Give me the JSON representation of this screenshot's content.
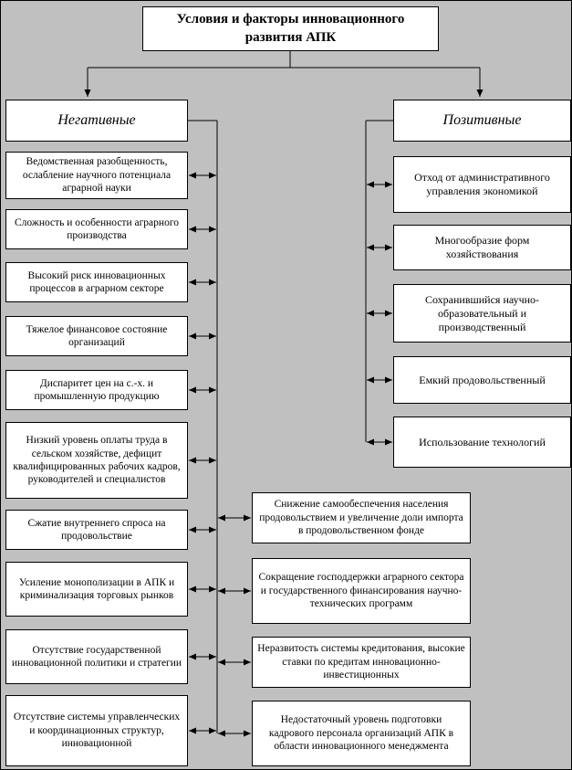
{
  "colors": {
    "canvas-bg": "#c0c0c0",
    "box-bg": "#ffffff",
    "line": "#000000",
    "text": "#000000"
  },
  "title": "Условия и факторы инновационного развития АПК",
  "branch_headers": {
    "negative": "Негативные",
    "positive": "Позитивные"
  },
  "negative_factors": [
    "Ведомственная разобщенность, ослабление научного потенциала аграрной науки",
    "Сложность и особенности аграрного производства",
    "Высокий риск инновационных процессов в аграрном секторе",
    "Тяжелое финансовое состояние организаций",
    "Диспаритет цен на с.-х. и промышленную продукцию",
    "Низкий уровень оплаты труда в сельском хозяйстве, дефицит квалифицированных рабочих кадров, руководителей и специалистов",
    "Сжатие внутреннего спроса на продовольствие",
    "Усиление монополизации в АПК и криминализация торговых рынков",
    "Отсутствие государственной инновационной политики и стратегии",
    "Отсутствие системы управленческих и координационных структур, инновационной"
  ],
  "negative_factors_bottom": [
    "Снижение самообеспечения населения продовольствием и увеличение доли импорта в продовольственном фонде",
    "Сокращение господдержки аграрного сектора и государственного финансирования научно-технических программ",
    "Неразвитость системы кредитования, высокие ставки по кредитам инновационно-инвестиционных",
    "Недостаточный уровень подготовки кадрового персонала организаций АПК в области инновационного менеджмента"
  ],
  "positive_factors": [
    "Отход от административного управления экономикой",
    "Многообразие форм хозяйствования",
    "Сохранившийся научно-образовательный и производственный",
    "Емкий продовольственный",
    "Использование технологий"
  ]
}
